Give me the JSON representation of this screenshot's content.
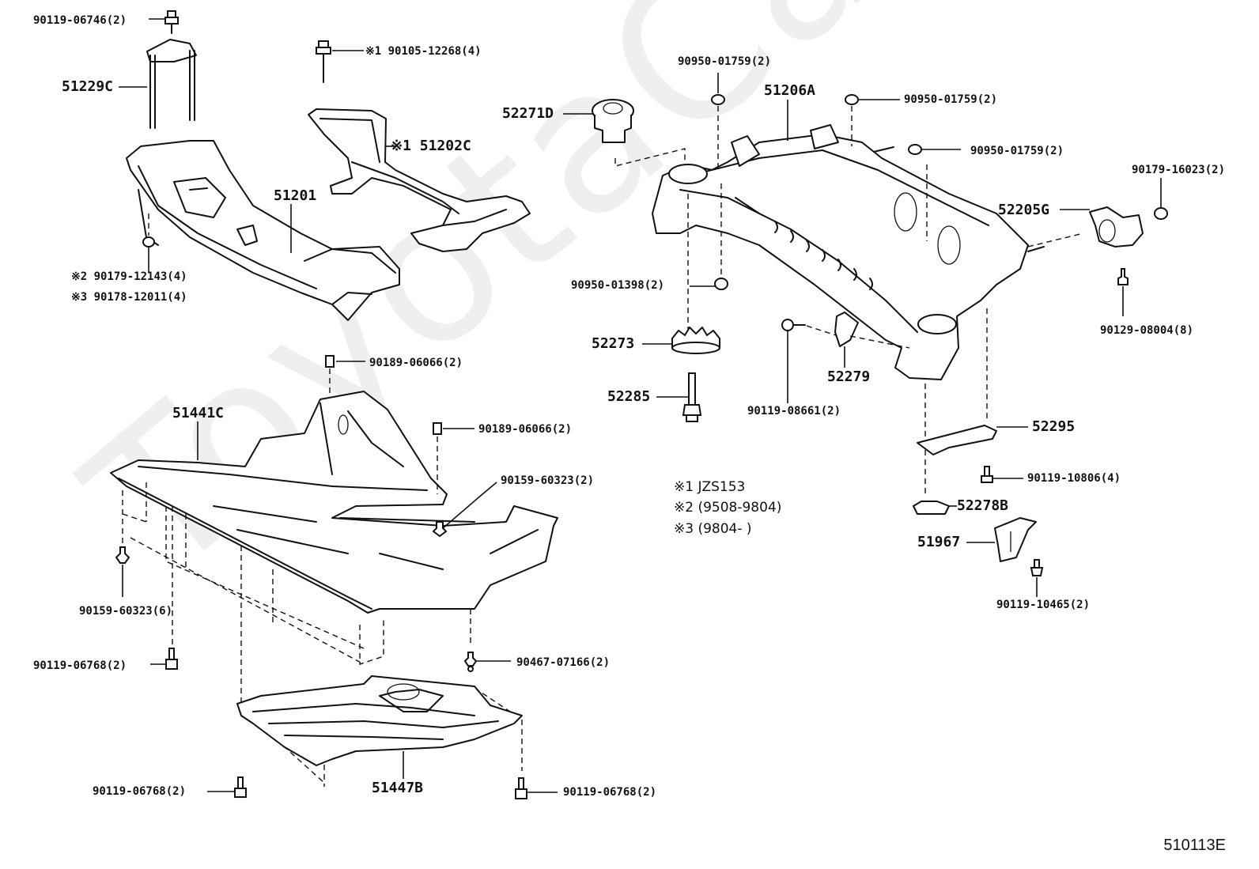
{
  "diagram": {
    "title_code": "510113E",
    "watermark": "ToyotaCarMine.ru",
    "labels": {
      "bolt_90119_06746": "90119-06746(2)",
      "stay_51229c": "51229C",
      "bolt_90105_12268": "※1 90105-12268(4)",
      "brace_51202c": "※1 51202C",
      "crossmember_51201": "51201",
      "nut_90179_12143": "※2  90179-12143(4)",
      "nut_90178_12011": "※3  90178-12011(4)",
      "cushion_52271d": "52271D",
      "plug_90950_01759_a": "90950-01759(2)",
      "crossmember_51206a": "51206A",
      "plug_90950_01759_b": "90950-01759(2)",
      "plug_90950_01759_c": "90950-01759(2)",
      "nut_90179_16023": "90179-16023(2)",
      "cushion_52205g": "52205G",
      "bolt_90129_08004": "90129-08004(8)",
      "plug_90950_01398": "90950-01398(2)",
      "stopper_52273": "52273",
      "bolt_52285": "52285",
      "bolt_90119_08661": "90119-08661(2)",
      "bracket_52279": "52279",
      "clip_90189_06066_a": "90189-06066(2)",
      "clip_90189_06066_b": "90189-06066(2)",
      "cover_51441c": "51441C",
      "screw_90159_60323_a": "90159-60323(2)",
      "screw_90159_60323_b": "90159-60323(6)",
      "bolt_90119_06768_a": "90119-06768(2)",
      "clip_90467_07166": "90467-07166(2)",
      "cover_51447b": "51447B",
      "bolt_90119_06768_b": "90119-06768(2)",
      "bolt_90119_06768_c": "90119-06768(2)",
      "brace_52295": "52295",
      "bolt_90119_10806": "90119-10806(4)",
      "stopper_52278b": "52278B",
      "bracket_51967": "51967",
      "bolt_90119_10465": "90119-10465(2)"
    },
    "notes": [
      "※1 JZS153",
      "※2 (9508-9804)",
      "※3 (9804-      )"
    ]
  }
}
